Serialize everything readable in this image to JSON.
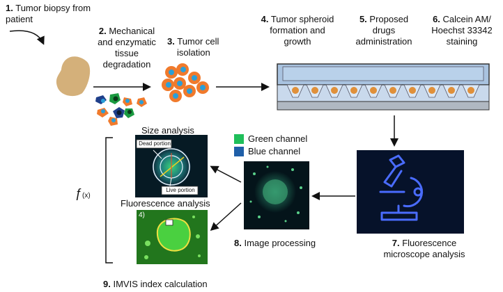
{
  "steps": [
    {
      "num": "1.",
      "text": "Tumor biopsy from patient"
    },
    {
      "num": "2.",
      "text_lines": [
        "Mechanical",
        "and enzymatic",
        "tissue",
        "degradation"
      ]
    },
    {
      "num": "3.",
      "text_lines": [
        "Tumor cell",
        "isolation"
      ]
    },
    {
      "num": "4.",
      "text_lines": [
        "Tumor spheroid",
        "formation and",
        "growth"
      ]
    },
    {
      "num": "5.",
      "text_lines": [
        "Proposed",
        "drugs",
        "administration"
      ]
    },
    {
      "num": "6.",
      "text_lines": [
        "Calcein AM/",
        "Hoechst 33342",
        "staining"
      ]
    },
    {
      "num": "7.",
      "text_lines": [
        "Fluorescence",
        "microscope analysis"
      ]
    },
    {
      "num": "8.",
      "text": "Image processing"
    },
    {
      "num": "9.",
      "text": "IMVIS index calculation"
    }
  ],
  "legend": {
    "green": {
      "label": "Green channel",
      "color": "#1fbf5a"
    },
    "blue": {
      "label": "Blue channel",
      "color": "#1f5fa8"
    }
  },
  "analysis": {
    "size_title": "Size analysis",
    "fluor_title": "Fluorescence analysis",
    "dead_label": "Dead portion",
    "live_label": "Live portion",
    "panel_index": "4)",
    "formula_symbol": "ƒ",
    "formula_arg": "(x)"
  },
  "colors": {
    "tissue": "#d4b07a",
    "cell_orange": "#f07a2c",
    "nucleus_blue": "#2b9fd8",
    "microscope_glow": "#3b5bff"
  }
}
